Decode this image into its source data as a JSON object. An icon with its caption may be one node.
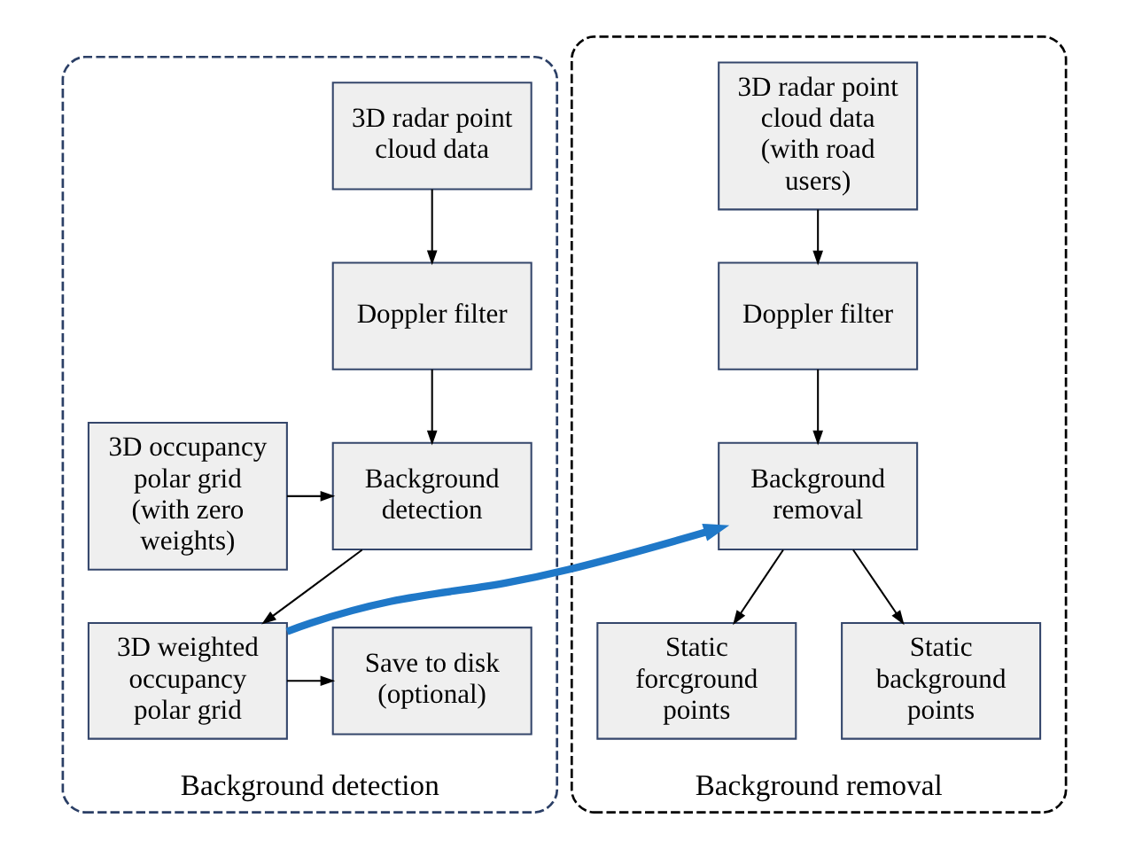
{
  "diagram": {
    "nodes": [
      {
        "text": [
          "Background detection"
        ]
      },
      {
        "text": [
          "3D radar point cloud data"
        ],
        "in": 0
      },
      {
        "text": [
          "Doppler filter"
        ],
        "in": 0
      },
      {
        "text": [
          "3D occupancy polar grid (with zero weights)"
        ],
        "in": 0
      },
      {
        "text": [
          "Background detection"
        ],
        "in": 0
      },
      {
        "text": [
          "Save to disk (optional)"
        ],
        "in": 0
      },
      {
        "text": [
          "3D weighted occupancy polar grid"
        ],
        "in": 0
      },
      {
        "text": [
          "Background removal"
        ]
      },
      {
        "text": [
          "3D radar point cloud data (with road users)"
        ],
        "in": 7
      },
      {
        "text": [
          "Doppler filter"
        ],
        "in": 7
      },
      {
        "text": [
          "Background removal"
        ],
        "in": 7
      },
      {
        "text": [
          "Static forcground points"
        ],
        "in": 7
      },
      {
        "text": [
          "Static background points"
        ],
        "in": 7
      }
    ],
    "edges": [
      {
        "from": 1,
        "to": 2,
        "arrow": "to"
      },
      {
        "from": 2,
        "to": 4,
        "arrow": "to"
      },
      {
        "from": 3,
        "to": 4,
        "arrow": "to"
      },
      {
        "from": 4,
        "to": 6,
        "arrow": "to"
      },
      {
        "from": 6,
        "to": 5,
        "arrow": "to"
      },
      {
        "from": 6,
        "to": 10,
        "arrow": "to",
        "style": "thick",
        "color": "#1f78c8"
      },
      {
        "from": 8,
        "to": 9,
        "arrow": "to"
      },
      {
        "from": 9,
        "to": 10,
        "arrow": "to"
      },
      {
        "from": 10,
        "to": 11,
        "arrow": "to"
      },
      {
        "from": 10,
        "to": 12,
        "arrow": "to"
      }
    ]
  }
}
